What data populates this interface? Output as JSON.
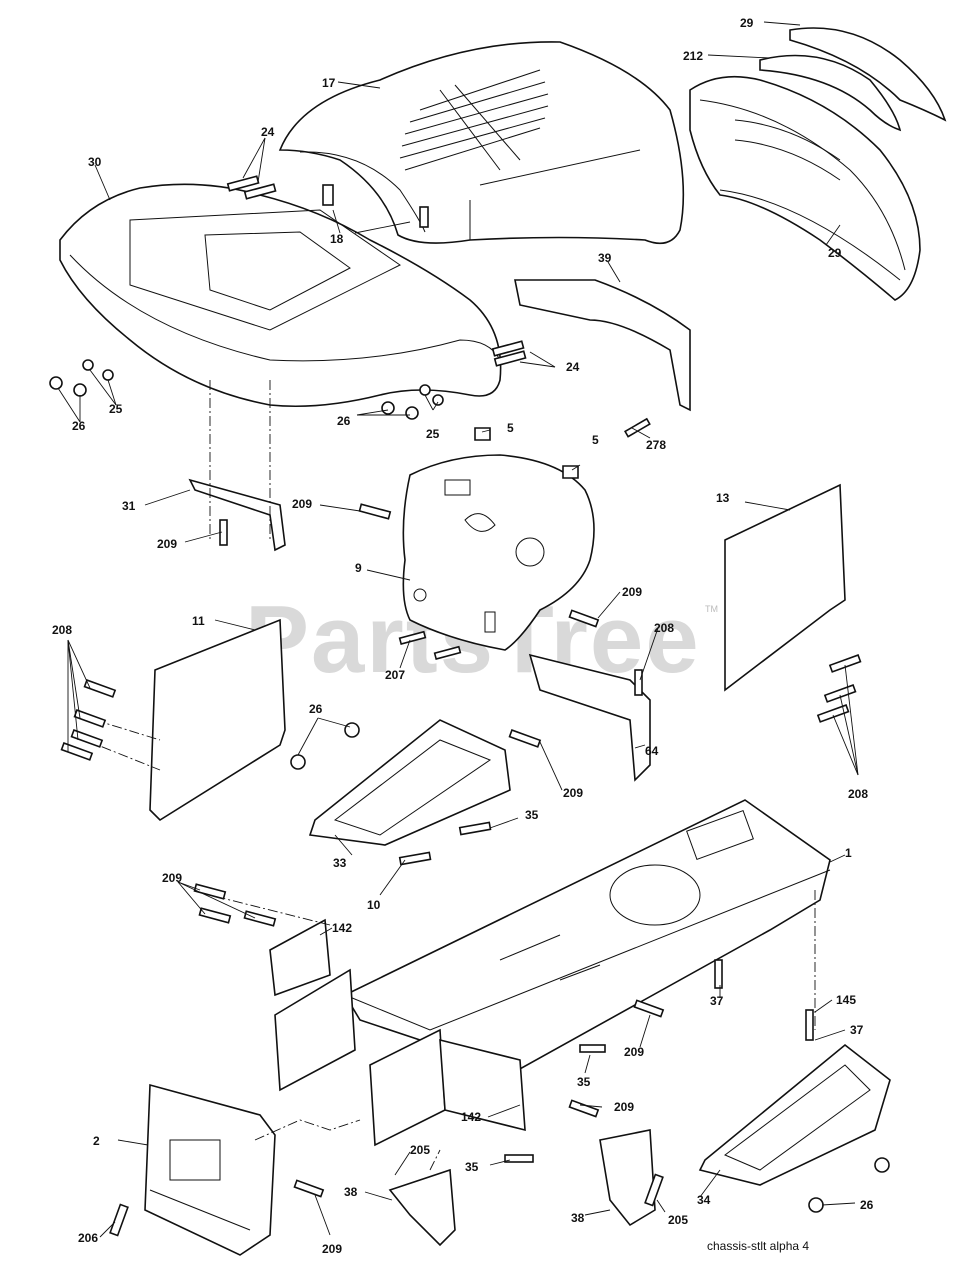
{
  "watermark": "PartsTree",
  "trademark": "TM",
  "caption": "chassis-stlt  alpha  4",
  "callouts": {
    "c17": "17",
    "c29a": "29",
    "c212": "212",
    "c29b": "29",
    "c24a": "24",
    "c30": "30",
    "c18": "18",
    "c39": "39",
    "c24b": "24",
    "c25a": "25",
    "c26a": "26",
    "c26b": "26",
    "c25b": "25",
    "c5a": "5",
    "c5b": "5",
    "c278": "278",
    "c31": "31",
    "c209a": "209",
    "c209b": "209",
    "c13": "13",
    "c9": "9",
    "c209c": "209",
    "c11": "11",
    "c208a": "208",
    "c208b": "208",
    "c207": "207",
    "c26c": "26",
    "c64": "64",
    "c208c": "208",
    "c209d": "209",
    "c35a": "35",
    "c33": "33",
    "c10": "10",
    "c1": "1",
    "c209e": "209",
    "c142a": "142",
    "c37a": "37",
    "c145": "145",
    "c37b": "37",
    "c209f": "209",
    "c35b": "35",
    "c2": "2",
    "c142b": "142",
    "c209g": "209",
    "c205a": "205",
    "c35c": "35",
    "c38a": "38",
    "c205b": "205",
    "c38b": "38",
    "c34": "34",
    "c26d": "26",
    "c206": "206",
    "c209h": "209"
  }
}
